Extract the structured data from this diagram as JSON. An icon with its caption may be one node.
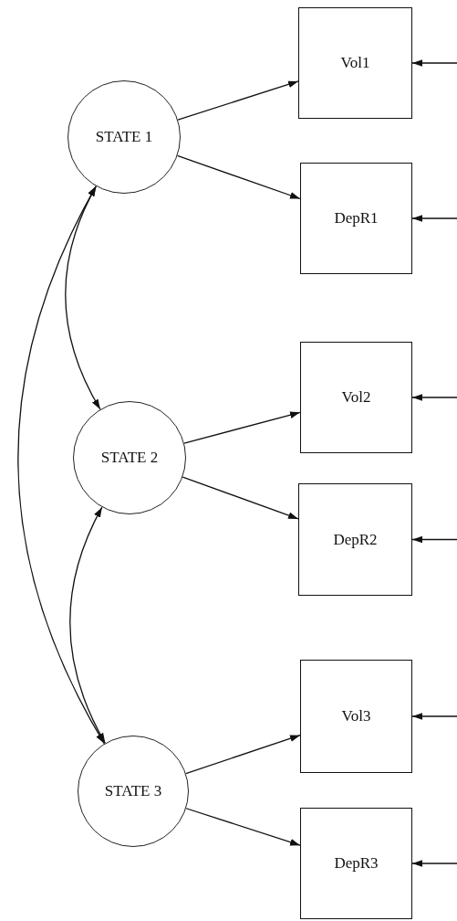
{
  "diagram": {
    "nodes": [
      {
        "text": [
          "STATE 1"
        ]
      },
      {
        "text": [
          "Vol1"
        ]
      },
      {
        "text": [
          "DepR1"
        ]
      },
      {
        "text": [
          "STATE 2"
        ]
      },
      {
        "text": [
          "Vol2"
        ]
      },
      {
        "text": [
          "DepR2"
        ]
      },
      {
        "text": [
          "STATE 3"
        ]
      },
      {
        "text": [
          "Vol3"
        ]
      },
      {
        "text": [
          "DepR3"
        ]
      }
    ],
    "edges": [
      {
        "from": 0,
        "to": 1,
        "arrow": "to"
      },
      {
        "from": 0,
        "to": 2,
        "arrow": "to"
      },
      {
        "from": null,
        "to": 1,
        "arrow": "to"
      },
      {
        "from": null,
        "to": 2,
        "arrow": "to"
      },
      {
        "from": 0,
        "to": 3,
        "arrow": "both"
      },
      {
        "from": 0,
        "to": 6,
        "arrow": "both"
      },
      {
        "from": 3,
        "to": 4,
        "arrow": "to"
      },
      {
        "from": 3,
        "to": 5,
        "arrow": "to"
      },
      {
        "from": null,
        "to": 4,
        "arrow": "to"
      },
      {
        "from": null,
        "to": 5,
        "arrow": "to"
      },
      {
        "from": 3,
        "to": 6,
        "arrow": "both"
      },
      {
        "from": 6,
        "to": 7,
        "arrow": "to"
      },
      {
        "from": 6,
        "to": 8,
        "arrow": "to"
      },
      {
        "from": null,
        "to": 7,
        "arrow": "to"
      },
      {
        "from": null,
        "to": 8,
        "arrow": "to"
      }
    ]
  }
}
